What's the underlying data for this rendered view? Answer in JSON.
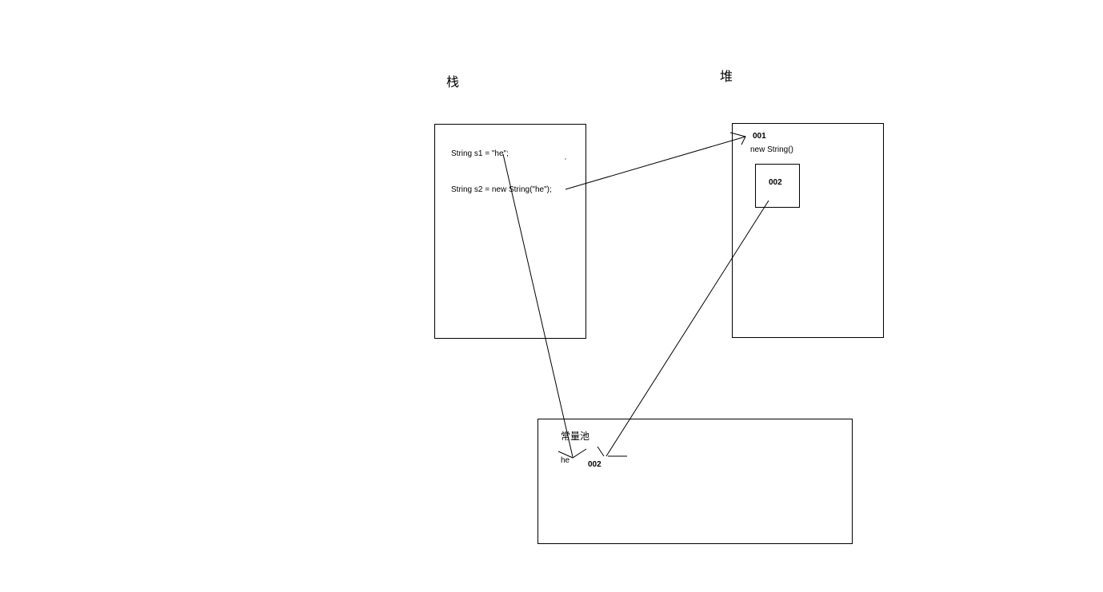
{
  "stack": {
    "heading": "栈",
    "line1": "String s1 = \"he\";",
    "line2": "String s2 = new String(\"he\");"
  },
  "heap": {
    "heading": "堆",
    "object_address": "001",
    "object_label": "new String()",
    "inner_address": "002"
  },
  "pool": {
    "heading": "常量池",
    "literal": "he",
    "literal_address": "002"
  }
}
